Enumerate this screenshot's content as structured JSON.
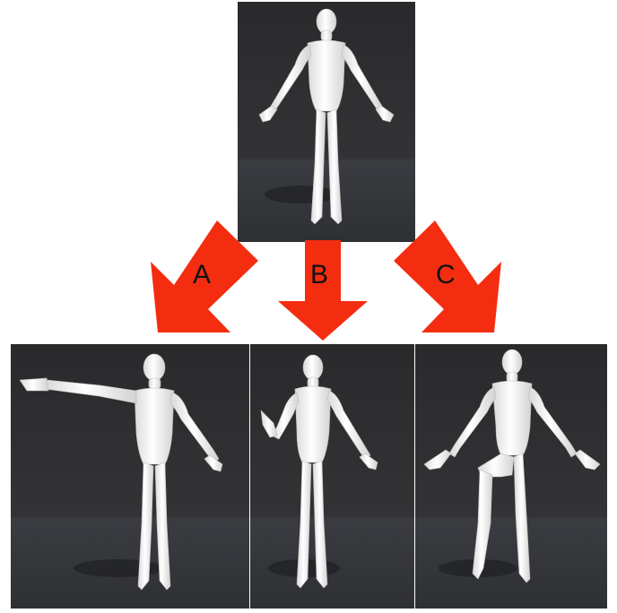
{
  "diagram": {
    "arrows": [
      {
        "id": "a",
        "label": "A"
      },
      {
        "id": "b",
        "label": "B"
      },
      {
        "id": "c",
        "label": "C"
      }
    ],
    "panels": [
      {
        "id": "top",
        "pose": "arms-out"
      },
      {
        "id": "a",
        "pose": "right-arm-raised"
      },
      {
        "id": "b",
        "pose": "right-hand-forward"
      },
      {
        "id": "c",
        "pose": "right-leg-raised"
      }
    ],
    "colors": {
      "arrow": "#f42d10",
      "background_top": "#2f2f31",
      "background_floor": "#3a3c41",
      "figure": "#f1f1f1"
    }
  }
}
